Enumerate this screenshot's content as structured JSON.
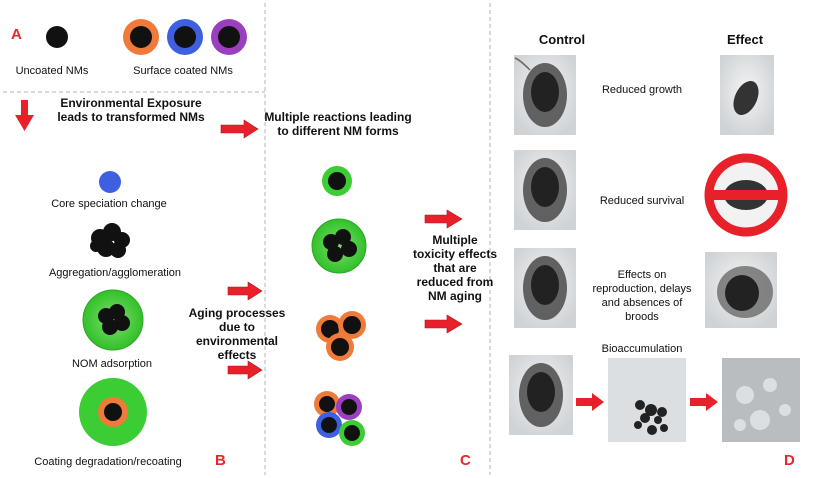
{
  "panel_letters": {
    "a": "A",
    "b": "B",
    "c": "C",
    "d": "D"
  },
  "panel_a": {
    "uncoated_label": "Uncoated NMs",
    "coated_label": "Surface coated NMs"
  },
  "panel_b": {
    "title": "Environmental Exposure leads to transformed NMs",
    "items": [
      "Core speciation change",
      "Aggregation/agglomeration",
      "NOM adsorption",
      "Coating degradation/recoating"
    ]
  },
  "panel_c": {
    "aging_label": "Aging processes due to environmental effects",
    "reactions_label": "Multiple reactions leading to different NM forms"
  },
  "toxicity_label": "Multiple toxicity effects that are reduced from NM aging",
  "panel_d": {
    "control_header": "Control",
    "effect_header": "Effect",
    "effects": [
      "Reduced growth",
      "Reduced survival",
      "Effects on reproduction, delays and absences of broods",
      "Bioaccumulation"
    ]
  },
  "colors": {
    "letter": "#e5282a",
    "arrow": "#e8202a",
    "orange_coat": "#f07a3a",
    "blue_coat": "#3d5fe0",
    "purple_coat": "#9a3fc0",
    "nom_green": "#3ccc34",
    "core": "#111111",
    "divider": "#b4b4b4"
  }
}
